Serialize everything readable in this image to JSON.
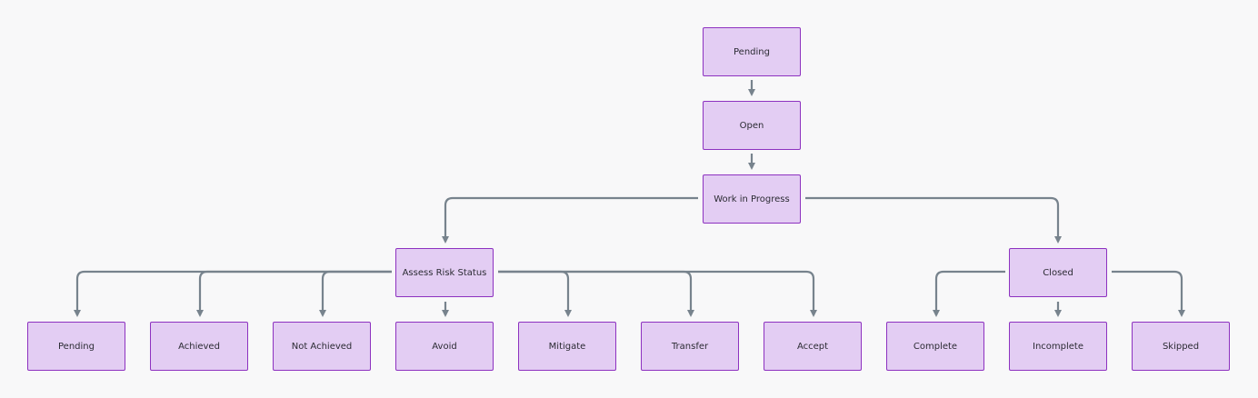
{
  "nodes": {
    "pending_top": "Pending",
    "open": "Open",
    "wip": "Work in Progress",
    "assess": "Assess Risk Status",
    "closed": "Closed",
    "pending": "Pending",
    "achieved": "Achieved",
    "not_achieved": "Not Achieved",
    "avoid": "Avoid",
    "mitigate": "Mitigate",
    "transfer": "Transfer",
    "accept": "Accept",
    "complete": "Complete",
    "incomplete": "Incomplete",
    "skipped": "Skipped"
  },
  "colors": {
    "node_fill": "#e3cdf3",
    "node_border": "#8d32c0",
    "edge": "#77838d",
    "background": "#f8f8f9"
  }
}
